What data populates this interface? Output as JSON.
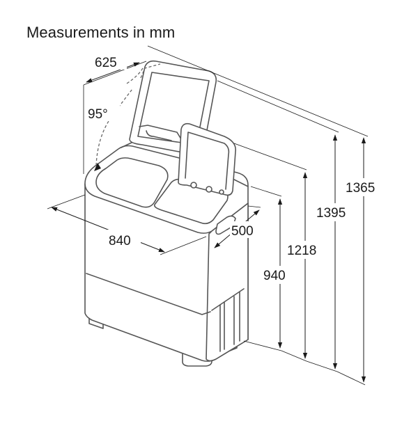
{
  "title": "Measurements in mm",
  "dimensions": {
    "depth_lid_open": "625",
    "lid_angle": "95°",
    "width": "840",
    "depth": "500",
    "height_body": "940",
    "height_lid_base": "1218",
    "height_lid_open": "1395",
    "height_lid_open_outer": "1365"
  },
  "colors": {
    "line": "#555555",
    "text": "#1a1a1a",
    "background": "#ffffff"
  }
}
